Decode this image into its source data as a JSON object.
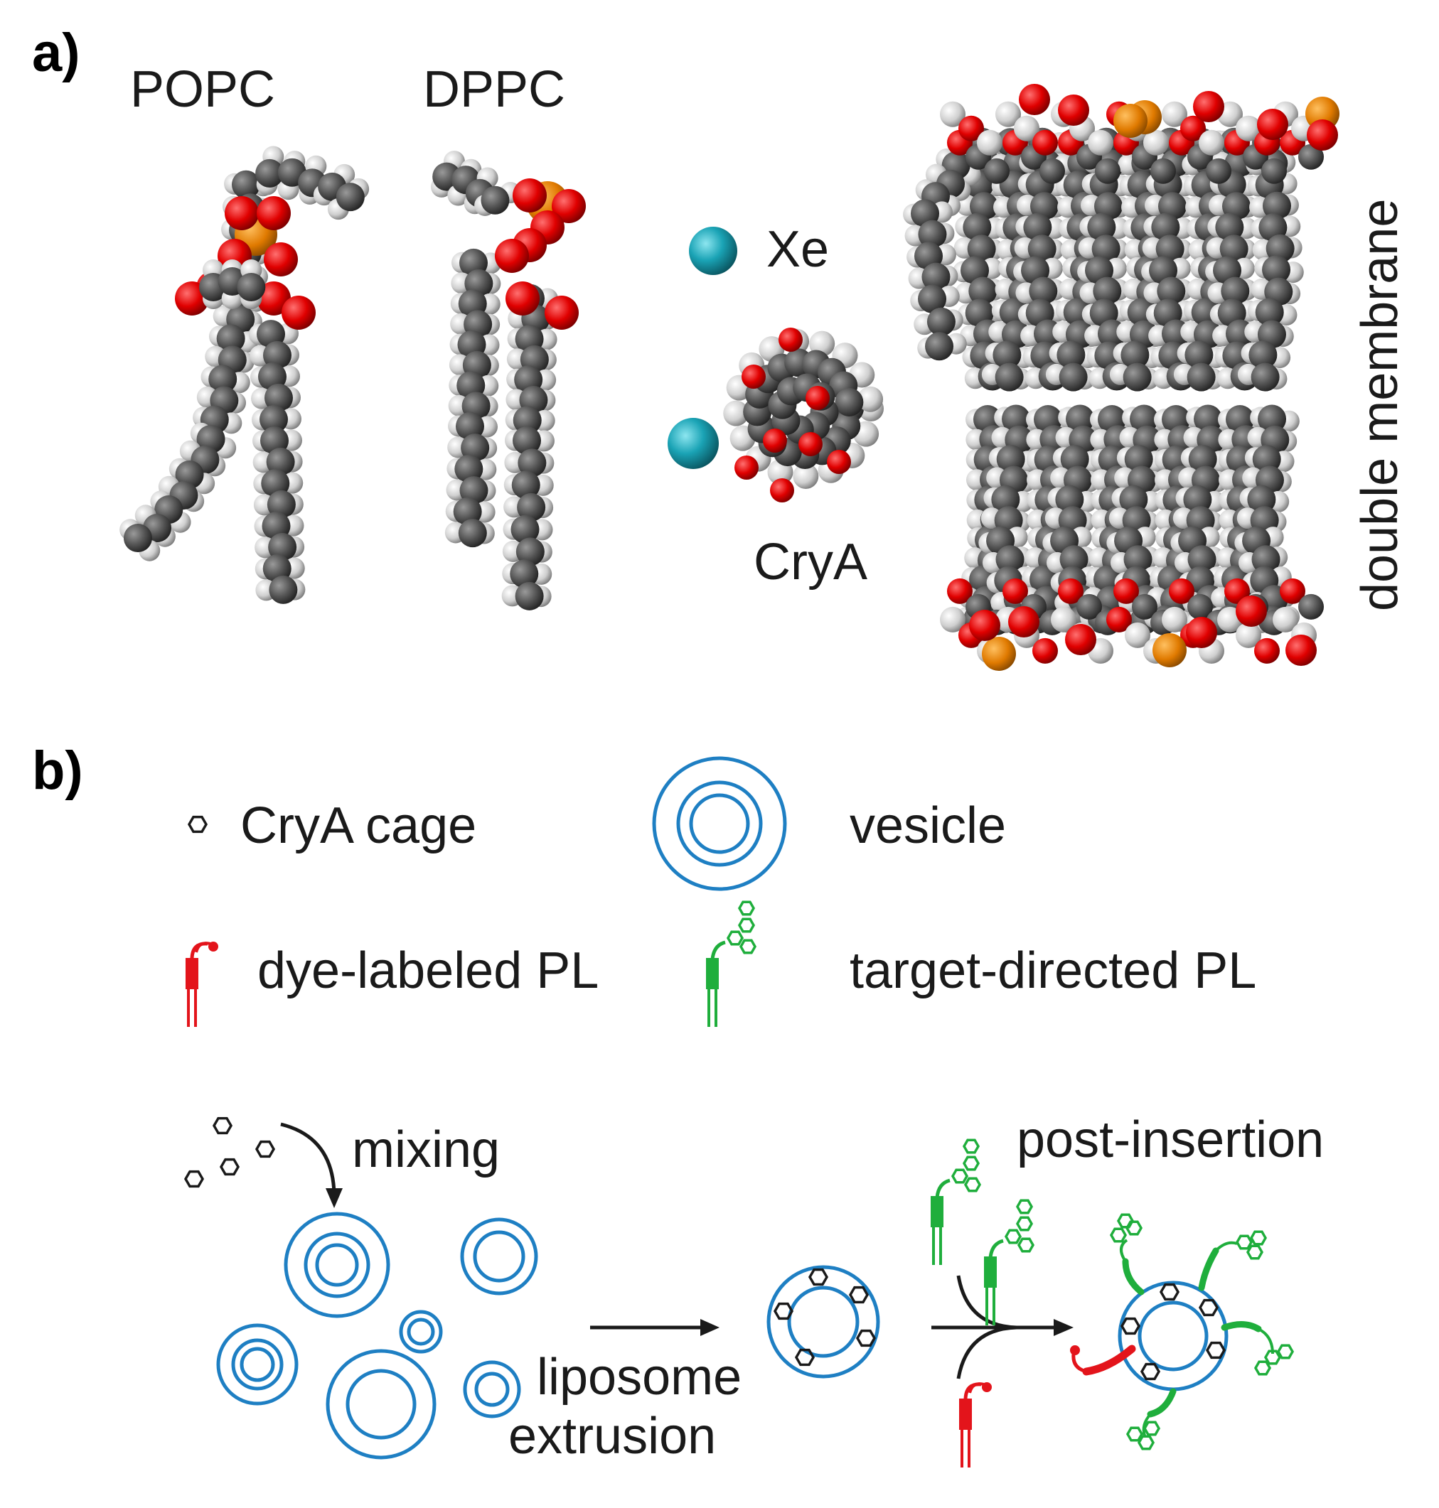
{
  "panel_a": {
    "label": "a)",
    "popc": "POPC",
    "dppc": "DPPC",
    "xe": "Xe",
    "crya": "CryA",
    "membrane": "double membrane"
  },
  "panel_b": {
    "label": "b)",
    "legend": {
      "cage": "CryA cage",
      "vesicle": "vesicle",
      "dye_pl": "dye-labeled PL",
      "target_pl": "target-directed PL"
    },
    "steps": {
      "mixing": "mixing",
      "liposome": "liposome",
      "extrusion": "extrusion",
      "post_insertion": "post-insertion"
    }
  },
  "colors": {
    "carbon": "#5a5a5a",
    "hydrogen": "#dcdcdc",
    "oxygen": "#e00000",
    "phosphorus": "#e08000",
    "xenon": "#1aa3b5",
    "vesicle": "#1e7fc3",
    "dye": "#e3141b",
    "target": "#1fae3c",
    "cage": "#1a1a1a"
  }
}
